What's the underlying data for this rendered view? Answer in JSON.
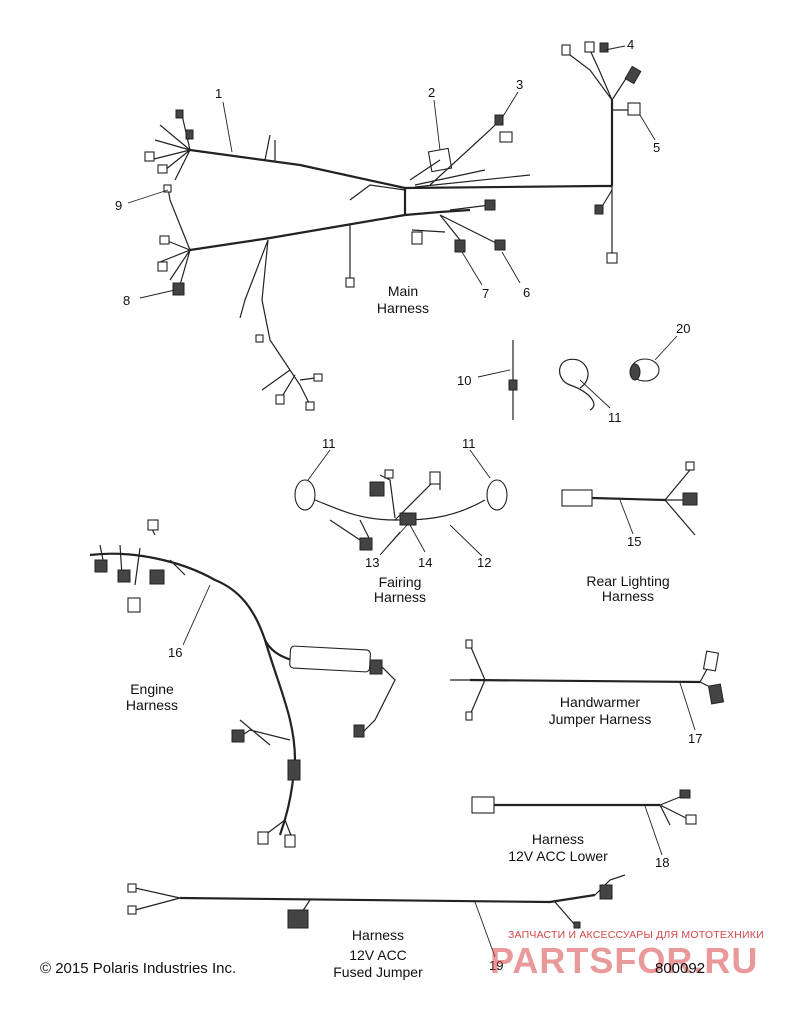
{
  "callouts": [
    "1",
    "2",
    "3",
    "4",
    "5",
    "6",
    "7",
    "8",
    "9",
    "10",
    "11",
    "11",
    "11",
    "12",
    "13",
    "14",
    "15",
    "16",
    "17",
    "18",
    "19",
    "20"
  ],
  "labels": {
    "main": [
      "Main",
      "Harness"
    ],
    "fairing": [
      "Fairing",
      "Harness"
    ],
    "rear": [
      "Rear Lighting",
      "Harness"
    ],
    "engine": [
      "Engine",
      "Harness"
    ],
    "handwarmer": [
      "Handwarmer",
      "Jumper Harness"
    ],
    "acc_lower": [
      "Harness",
      "12V ACC Lower"
    ],
    "acc_fused": [
      "Harness",
      "12V ACC",
      "Fused Jumper"
    ]
  },
  "copyright": "© 2015 Polaris Industries Inc.",
  "diagram_code": "800092",
  "watermark": {
    "text": "ЗАПЧАСТИ И АКСЕССУАРЫ ДЛЯ МОТОТЕХНИКИ",
    "logo": "PARTSFOR.RU"
  }
}
